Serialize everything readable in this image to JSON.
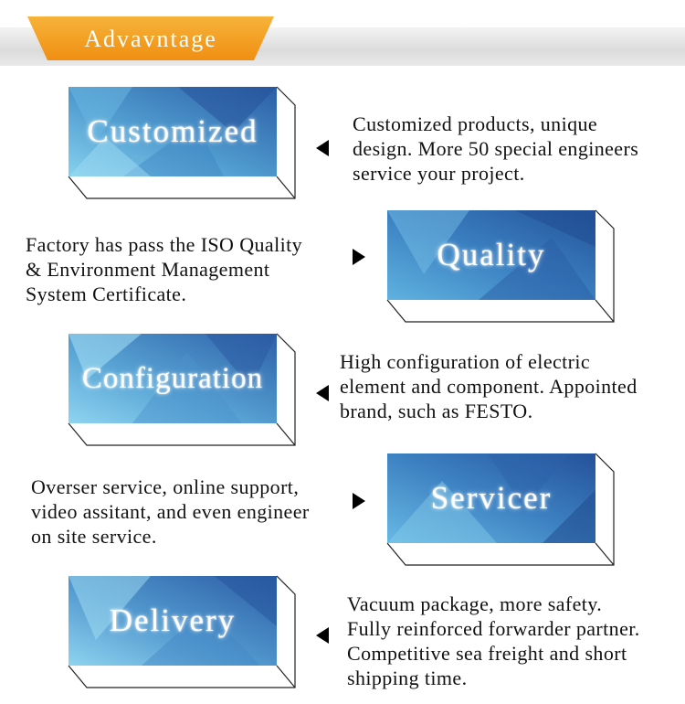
{
  "header": {
    "title": "Advavntage"
  },
  "items": [
    {
      "title": "Customized",
      "lines": [
        "Customized products, unique",
        "design. More 50 special engineers",
        "service your project."
      ]
    },
    {
      "title": "Quality",
      "lines": [
        "Factory has pass the ISO Quality",
        "& Environment Management",
        "System Certificate."
      ]
    },
    {
      "title": "Configuration",
      "lines": [
        "High configuration of electric",
        "element and component. Appointed",
        "brand, such as FESTO."
      ]
    },
    {
      "title": "Servicer",
      "lines": [
        "Overser service, online support,",
        "video assitant, and even engineer",
        "on site service."
      ]
    },
    {
      "title": "Delivery",
      "lines": [
        "Vacuum package, more safety.",
        "Fully reinforced forwarder partner.",
        "Competitive sea freight and short",
        "shipping time."
      ]
    }
  ],
  "colors": {
    "accent": "#f29a1c",
    "card_dark": "#2e63a8",
    "card_light": "#7cc7ea"
  }
}
